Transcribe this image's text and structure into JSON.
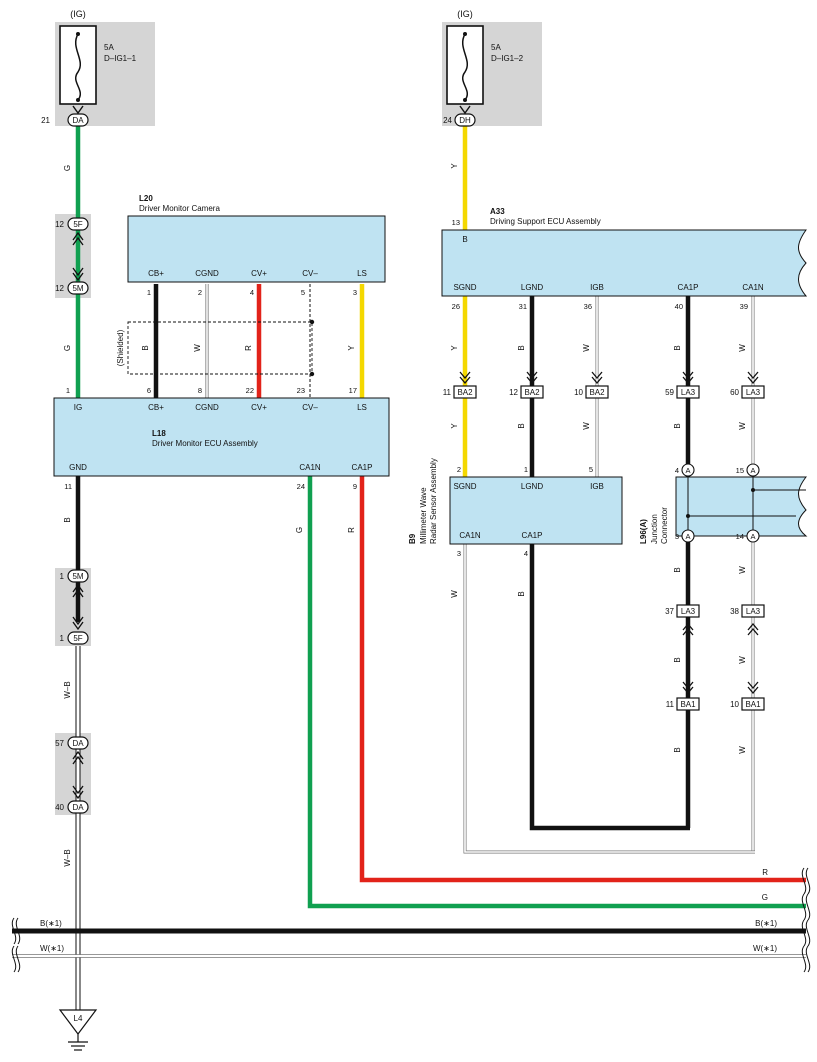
{
  "colors": {
    "green": "#10a050",
    "yellow": "#f4d800",
    "red": "#e2231a",
    "black": "#111111",
    "white": "#ffffff",
    "ecu_fill": "#bfe3f2",
    "gray_area": "#d5d5d5"
  },
  "fuses": [
    {
      "ig": "(IG)",
      "amp": "5A",
      "name": "D–IG1–1",
      "pin": "21",
      "conn": "DA"
    },
    {
      "ig": "(IG)",
      "amp": "5A",
      "name": "D–IG1–2",
      "pin": "24",
      "conn": "DH"
    }
  ],
  "components": {
    "l20": {
      "code": "L20",
      "name": "Driver Monitor Camera",
      "pins": [
        "CB+",
        "CGND",
        "CV+",
        "CV–",
        "LS"
      ],
      "pin_nums": [
        "1",
        "2",
        "4",
        "5",
        "3"
      ]
    },
    "l18": {
      "code": "L18",
      "name": "Driver Monitor ECU Assembly",
      "top_pins": [
        "IG",
        "CB+",
        "CGND",
        "CV+",
        "CV–",
        "LS"
      ],
      "top_nums": [
        "1",
        "6",
        "8",
        "22",
        "23",
        "17"
      ],
      "bottom_pins": [
        "GND",
        "CA1N",
        "CA1P"
      ],
      "bottom_nums": [
        "11",
        "24",
        "9"
      ]
    },
    "a33": {
      "code": "A33",
      "name": "Driving Support ECU Assembly",
      "pin_b_num": "13",
      "pin_b": "B",
      "pins": [
        "SGND",
        "LGND",
        "IGB",
        "CA1P",
        "CA1N"
      ],
      "pin_nums": [
        "26",
        "31",
        "36",
        "40",
        "39"
      ]
    },
    "b9": {
      "code": "B9",
      "name_line1": "Millimeter Wave",
      "name_line2": "Radar Sensor Assembly",
      "top_pins": [
        "SGND",
        "LGND",
        "IGB"
      ],
      "top_nums": [
        "2",
        "1",
        "5"
      ],
      "bottom_pins": [
        "CA1N",
        "CA1P"
      ],
      "bottom_nums": [
        "3",
        "4"
      ]
    },
    "l96": {
      "code": "L96(A)",
      "name_line1": "Junction",
      "name_line2": "Connector",
      "pins": [
        "4",
        "15",
        "3",
        "14"
      ],
      "letter": "A"
    }
  },
  "connectors": {
    "c5f_top": {
      "pin": "12",
      "conn": "5F"
    },
    "c5m_top": {
      "pin": "12",
      "conn": "5M"
    },
    "c5m_bot": {
      "pin": "1",
      "conn": "5M"
    },
    "c5f_bot": {
      "pin": "1",
      "conn": "5F"
    },
    "c57da": {
      "pin": "57",
      "conn": "DA"
    },
    "c40da": {
      "pin": "40",
      "conn": "DA"
    },
    "ba2": [
      {
        "pin": "11",
        "conn": "BA2"
      },
      {
        "pin": "12",
        "conn": "BA2"
      },
      {
        "pin": "10",
        "conn": "BA2"
      }
    ],
    "la3_top": [
      {
        "pin": "59",
        "conn": "LA3"
      },
      {
        "pin": "60",
        "conn": "LA3"
      }
    ],
    "la3_mid": [
      {
        "pin": "37",
        "conn": "LA3"
      },
      {
        "pin": "38",
        "conn": "LA3"
      }
    ],
    "ba1": [
      {
        "pin": "11",
        "conn": "BA1"
      },
      {
        "pin": "10",
        "conn": "BA1"
      }
    ]
  },
  "wire_labels": {
    "g": "G",
    "y": "Y",
    "b": "B",
    "w": "W",
    "r": "R",
    "wb": "W–B",
    "shielded": "(Shielded)",
    "bus_b": "B(∗1)",
    "bus_w": "W(∗1)"
  },
  "ground": {
    "code": "L4"
  }
}
